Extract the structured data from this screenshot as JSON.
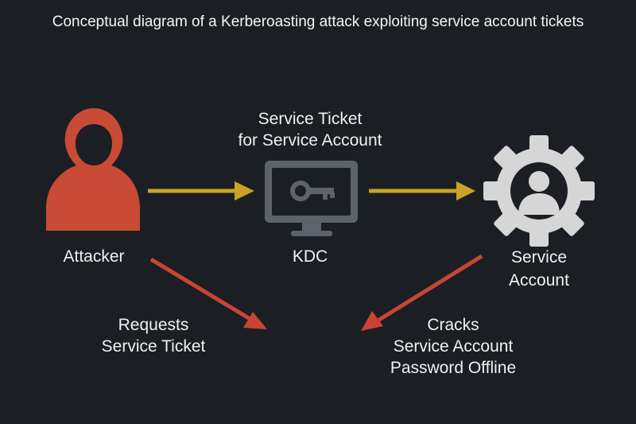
{
  "title": "Conceptual diagram of a Kerberoasting attack exploiting service account tickets",
  "nodes": {
    "attacker": {
      "label": "Attacker",
      "icon": "hooded-attacker-icon",
      "color": "#c94a35"
    },
    "kdc": {
      "label": "KDC",
      "icon": "monitor-key-icon",
      "color": "#5d636a"
    },
    "service": {
      "label_lines": [
        "Service",
        "Account"
      ],
      "icon": "gear-user-icon",
      "color": "#d6d6d6"
    }
  },
  "edges": {
    "ticket_label_lines": [
      "Service Ticket",
      "for Service Account"
    ],
    "requests_label_lines": [
      "Requests",
      "Service Ticket"
    ],
    "cracks_label_lines": [
      "Cracks",
      "Service Account",
      "Password Offline"
    ],
    "flow_color": "#c9a227",
    "attack_color": "#c94434"
  }
}
